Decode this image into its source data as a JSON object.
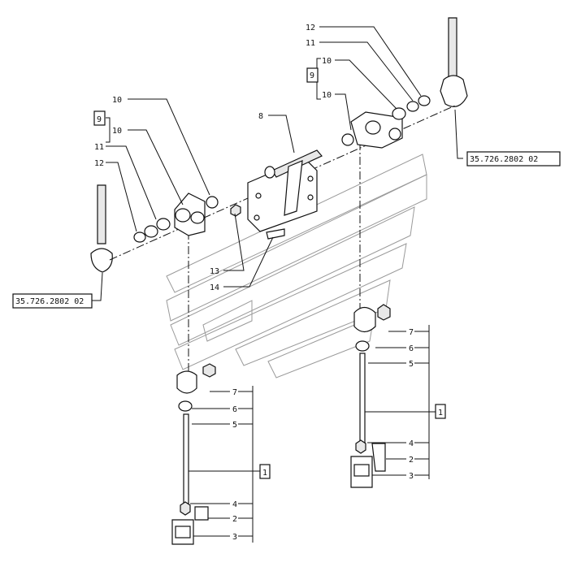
{
  "diagram": {
    "callouts": {
      "c12_right": "12",
      "c11_right": "11",
      "c10_right_a": "10",
      "c10_right_b": "10",
      "c9_right": "9",
      "c8": "8",
      "c10_left_a": "10",
      "c10_left_b": "10",
      "c9_left": "9",
      "c11_left": "11",
      "c12_left": "12",
      "c13": "13",
      "c14": "14",
      "c7_left": "7",
      "c6_left": "6",
      "c5_left": "5",
      "c4_left": "4",
      "c2_left": "2",
      "c3_left": "3",
      "c1_left": "1",
      "c7_right": "7",
      "c6_right": "6",
      "c5_right": "5",
      "c4_right": "4",
      "c2_right": "2",
      "c3_right": "3",
      "c1_right": "1"
    },
    "reference_right": "35.726.2802 02",
    "reference_left": "35.726.2802 02"
  }
}
